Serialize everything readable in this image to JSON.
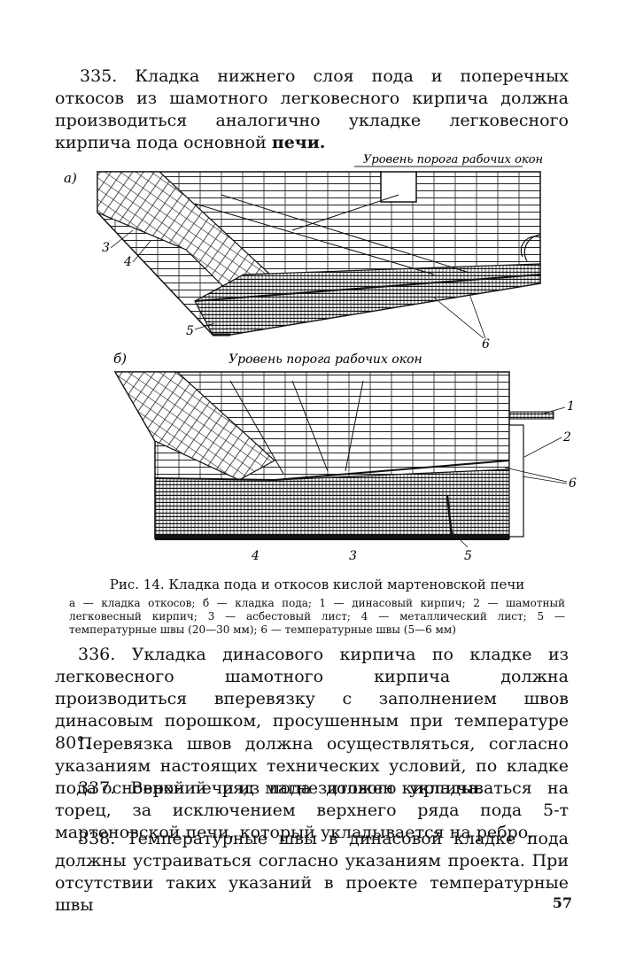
{
  "paragraphs": {
    "p335_start": "335. Кладка нижнего слоя пода и поперечных откосов из шамотного легковесного кирпича должна производиться аналогично укладке легковесного кирпича пода основной ",
    "p335_bold": "печи.",
    "p336": "336. Укладка динасового кирпича по кладке из легковесного шамотного кирпича должна производиться вперевязку с заполнением швов динасовым порошком, просушенным при температуре 80°.",
    "p336b": "Перевязка швов должна осуществляться, согласно указаниям настоящих технических условий, по кладке пода основной печи из магнезитового кирпича.",
    "p337": "337. Верхний ряд пода должен укладываться на торец, за исключением верхнего ряда пода 5-т мартеновской печи, который укладывается на ребро.",
    "p338": "338. Температурные швы в динасовой кладке пода должны устраиваться согласно указаниям проекта. При отсутствии таких указаний в проекте температурные швы"
  },
  "figure": {
    "label_a": "а)",
    "label_b": "б)",
    "level_a": "Уровень порога рабочих окон",
    "level_b": "Уровень порога рабочих окон",
    "callouts_a": [
      "3",
      "4",
      "5",
      "6"
    ],
    "callouts_b": [
      "1",
      "2",
      "6",
      "4",
      "3",
      "5"
    ]
  },
  "caption": {
    "title": "Рис. 14. Кладка пода и откосов кислой мартеновской печи",
    "legend": "а — кладка откосов; б — кладка пода; 1 — динасовый кирпич; 2 — шамотный легковесный кирпич; 3 — асбестовый лист; 4 — металлический лист; 5 — температурные швы (20—30 мм); 6 — температурные швы (5—6 мм)"
  },
  "page_number": "57"
}
